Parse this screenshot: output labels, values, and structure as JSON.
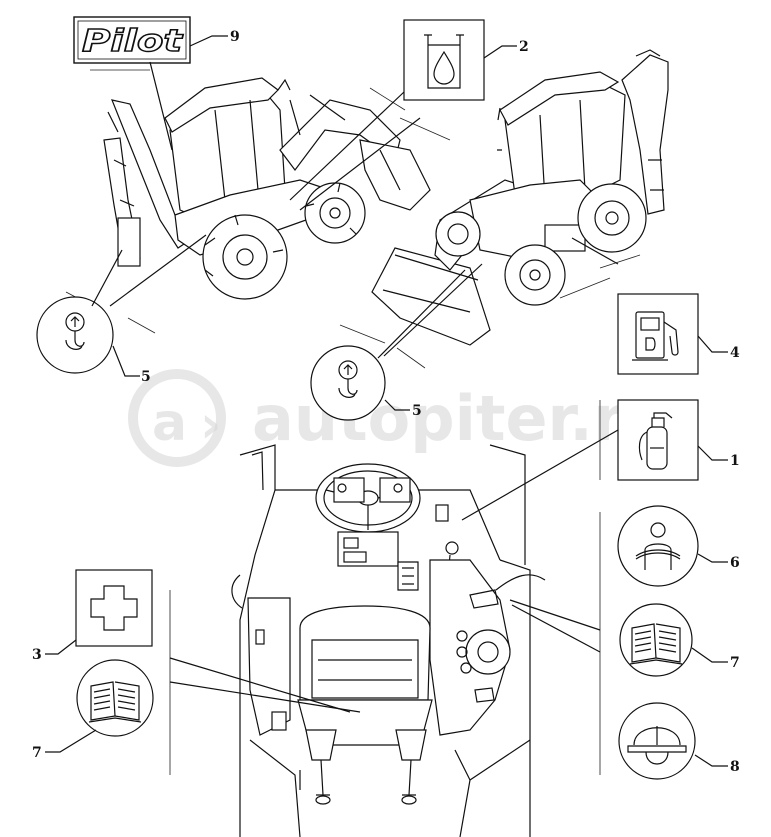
{
  "logo": {
    "text": "Pilot"
  },
  "watermark": {
    "text": "autopiter.ru"
  },
  "callouts": [
    {
      "id": "c9",
      "label": "9"
    },
    {
      "id": "c2",
      "label": "2"
    },
    {
      "id": "c5a",
      "label": "5"
    },
    {
      "id": "c5b",
      "label": "5"
    },
    {
      "id": "c4",
      "label": "4"
    },
    {
      "id": "c1",
      "label": "1"
    },
    {
      "id": "c6",
      "label": "6"
    },
    {
      "id": "c3",
      "label": "3"
    },
    {
      "id": "c7a",
      "label": "7"
    },
    {
      "id": "c7b",
      "label": "7"
    },
    {
      "id": "c8",
      "label": "8"
    }
  ],
  "decals": [
    {
      "name": "hydraulic-oil-decal",
      "icon": "oil-drop-icon"
    },
    {
      "name": "fuel-decal",
      "icon": "fuel-pump-icon"
    },
    {
      "name": "extinguisher-decal",
      "icon": "fire-extinguisher-icon"
    },
    {
      "name": "first-aid-decal",
      "icon": "first-aid-cross-icon"
    },
    {
      "name": "lifting-point-decal",
      "icon": "lifting-hook-icon"
    },
    {
      "name": "seat-belt-decal",
      "icon": "seat-belt-icon"
    },
    {
      "name": "manual-decal",
      "icon": "operator-manual-icon"
    },
    {
      "name": "helmet-decal",
      "icon": "safety-helmet-icon"
    }
  ]
}
